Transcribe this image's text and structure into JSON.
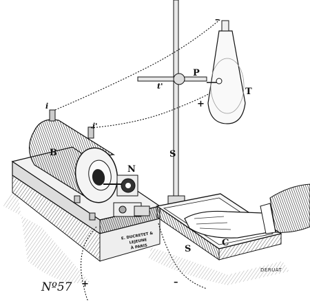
{
  "labels": {
    "coil": "B",
    "contact_n": "N",
    "rod": "S",
    "rod_lower": "S",
    "clamp": "P",
    "arm": "t'",
    "tube": "T",
    "screen": "C",
    "terminal_i_left": "i",
    "terminal_i_right": "i'",
    "plus_bottom": "+",
    "minus_bottom": "–",
    "plus_tube": "+",
    "minus_tube": "–"
  },
  "plate": {
    "line1": "E. DUCRETET & LEJEUNE",
    "line2": "À PARIS"
  },
  "catalog_number": "Nº57",
  "signature": "DERUAT"
}
